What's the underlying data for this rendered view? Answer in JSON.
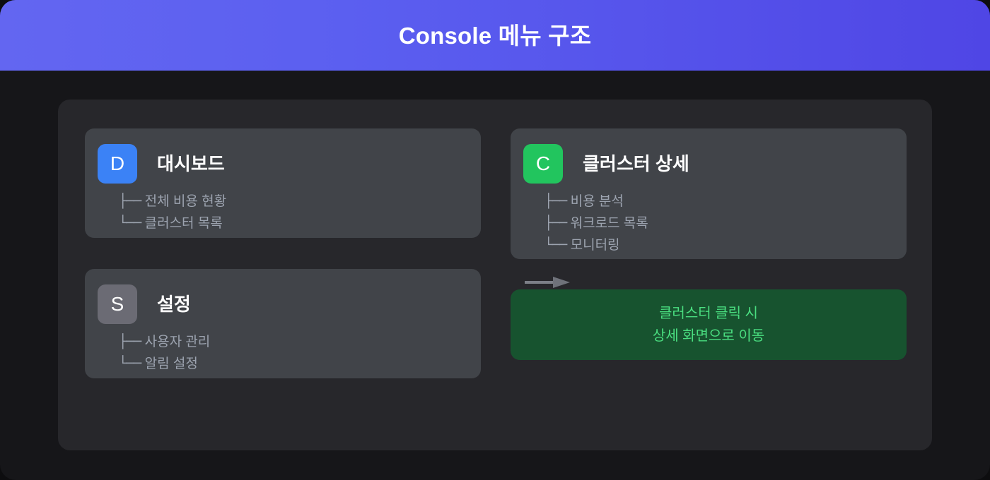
{
  "header": {
    "title": "Console 메뉴 구조",
    "gradient_from": "#6366f1",
    "gradient_to": "#4f46e5"
  },
  "cards": [
    {
      "key": "dashboard",
      "badge_letter": "D",
      "badge_color": "#3b82f6",
      "title": "대시보드",
      "items": [
        {
          "prefix": "├──",
          "label": "전체 비용 현황"
        },
        {
          "prefix": "└──",
          "label": "클러스터 목록"
        }
      ]
    },
    {
      "key": "cluster",
      "badge_letter": "C",
      "badge_color": "#22c55e",
      "title": "클러스터 상세",
      "items": [
        {
          "prefix": "├──",
          "label": "비용 분석"
        },
        {
          "prefix": "├──",
          "label": "워크로드 목록"
        },
        {
          "prefix": "└──",
          "label": "모니터링"
        }
      ]
    },
    {
      "key": "settings",
      "badge_letter": "S",
      "badge_color": "#6b6b74",
      "title": "설정",
      "items": [
        {
          "prefix": "├──",
          "label": "사용자 관리"
        },
        {
          "prefix": "└──",
          "label": "알림 설정"
        }
      ]
    }
  ],
  "arrow": {
    "color": "#7c7f87",
    "direction": "right"
  },
  "note": {
    "line1": "클러스터 클릭 시",
    "line2": "상세 화면으로 이동",
    "background": "#17532f",
    "text_color": "#4ade80"
  },
  "theme": {
    "page_background": "#161619",
    "panel_background": "#27272b",
    "card_background": "#414449",
    "muted_text": "#9ca3af"
  }
}
